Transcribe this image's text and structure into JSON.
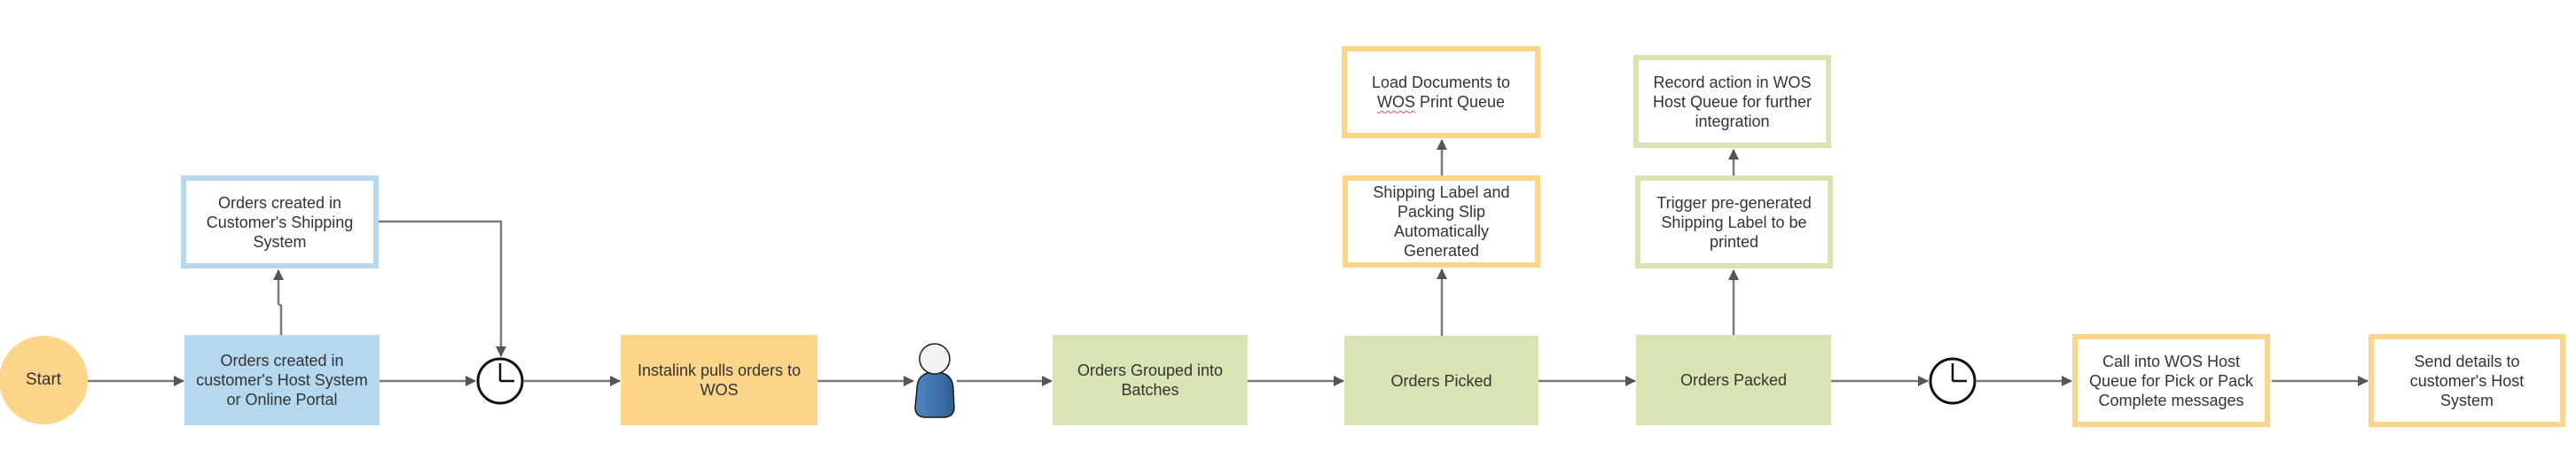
{
  "diagram": {
    "title": "Order fulfillment process flow",
    "colors": {
      "blue": "#b5d8ef",
      "orange": "#fbd589",
      "green": "#d8e4b1",
      "connector": "#6d6d6d",
      "text": "#333333",
      "actor_body": "#3f70a8",
      "actor_head": "#f2f2f2"
    },
    "nodes": {
      "start": {
        "label": "Start",
        "shape": "circle"
      },
      "host_orders": {
        "label": "Orders created in customer's Host System or Online Portal",
        "style": "blue-filled"
      },
      "shipping_orders": {
        "label": "Orders created in Customer's Shipping System",
        "style": "blue-outline"
      },
      "timer1": {
        "icon": "clock-icon"
      },
      "instalink": {
        "label": "Instalink pulls orders to WOS",
        "style": "orange-filled"
      },
      "actor": {
        "icon": "person-icon"
      },
      "grouped": {
        "label": "Orders Grouped into Batches",
        "style": "green-filled"
      },
      "picked": {
        "label": "Orders Picked",
        "style": "green-filled"
      },
      "label_generated": {
        "label": "Shipping Label and Packing Slip Automatically Generated",
        "style": "orange-outline"
      },
      "load_docs": {
        "label_pre": "Load Documents to",
        "label_flagged": "WOS",
        "label_post": " Print Queue",
        "style": "orange-outline"
      },
      "packed": {
        "label": "Orders Packed",
        "style": "green-filled"
      },
      "trigger_label": {
        "label": "Trigger pre-generated Shipping Label to be printed",
        "style": "green-outline"
      },
      "record_action": {
        "label": "Record action in WOS Host Queue for further integration",
        "style": "green-outline"
      },
      "timer2": {
        "icon": "clock-icon"
      },
      "call_host_queue": {
        "label": "Call into WOS Host Queue for Pick or Pack Complete messages",
        "style": "orange-outline"
      },
      "send_details": {
        "label": "Send details to customer's Host System",
        "style": "orange-outline"
      }
    },
    "edges": [
      {
        "from": "start",
        "to": "host_orders"
      },
      {
        "from": "host_orders",
        "to": "shipping_orders"
      },
      {
        "from": "host_orders",
        "to": "timer1"
      },
      {
        "from": "shipping_orders",
        "to": "timer1"
      },
      {
        "from": "timer1",
        "to": "instalink"
      },
      {
        "from": "instalink",
        "to": "actor"
      },
      {
        "from": "actor",
        "to": "grouped"
      },
      {
        "from": "grouped",
        "to": "picked"
      },
      {
        "from": "picked",
        "to": "label_generated"
      },
      {
        "from": "label_generated",
        "to": "load_docs"
      },
      {
        "from": "picked",
        "to": "packed"
      },
      {
        "from": "packed",
        "to": "trigger_label"
      },
      {
        "from": "trigger_label",
        "to": "record_action"
      },
      {
        "from": "packed",
        "to": "timer2"
      },
      {
        "from": "timer2",
        "to": "call_host_queue"
      },
      {
        "from": "call_host_queue",
        "to": "send_details"
      }
    ]
  }
}
